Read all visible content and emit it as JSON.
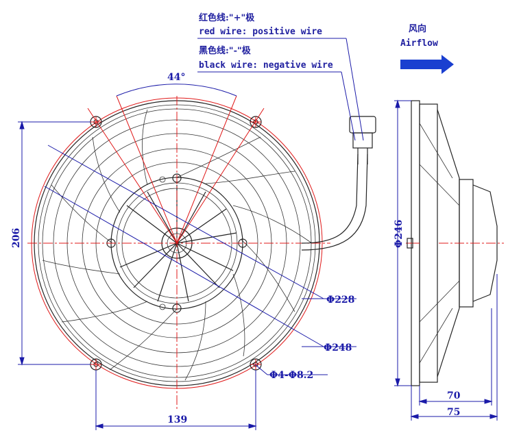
{
  "wire_labels": {
    "red_cn": "红色线:\"+\"极",
    "red_en": "red wire: positive wire",
    "black_cn": "黑色线:\"-\"极",
    "black_en": "black wire: negative wire"
  },
  "airflow": {
    "cn": "风向",
    "en": "Airflow",
    "arrow_color": "#1a3fd0"
  },
  "dimensions": {
    "angle": "44°",
    "height_206": "206",
    "dia_228": "Φ228",
    "dia_248": "Φ248",
    "holes": "Φ4-Φ8.2",
    "width_139": "139",
    "side_dia_246": "Φ246",
    "depth_70": "70",
    "depth_75": "75"
  },
  "colors": {
    "dimension": "#1a1aa8",
    "centerline": "#e01818",
    "outline": "#222222"
  }
}
